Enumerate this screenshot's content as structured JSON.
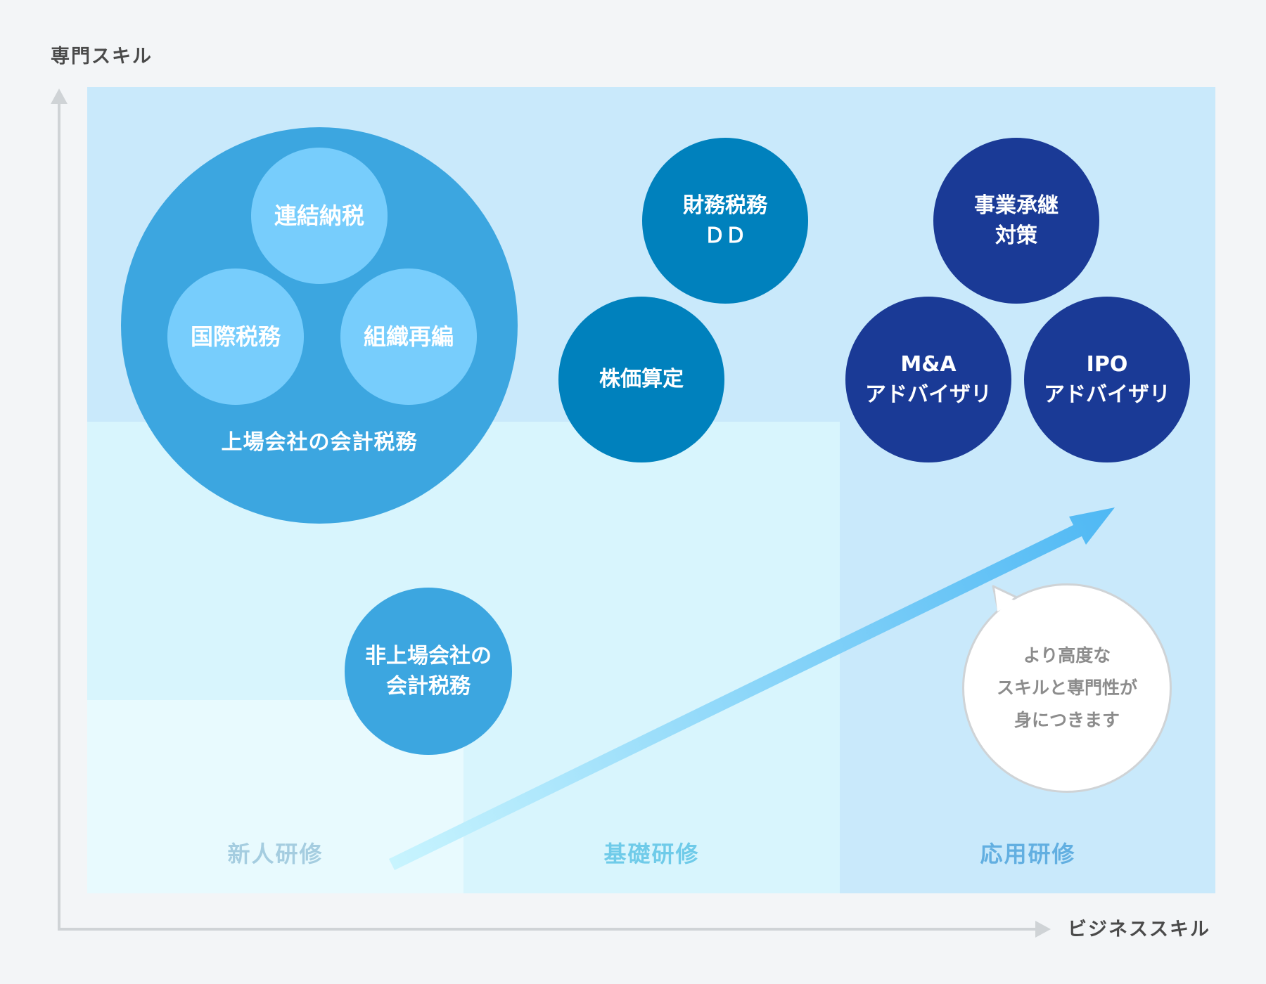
{
  "axes": {
    "y_label": "専門スキル",
    "x_label": "ビジネススキル"
  },
  "levels": [
    {
      "label": "新人研修",
      "color": "#a5cde0"
    },
    {
      "label": "基礎研修",
      "color": "#6fcbe9"
    },
    {
      "label": "応用研修",
      "color": "#62afe1"
    }
  ],
  "listed_company": {
    "label": "上場会社の会計税務",
    "sub_skills": [
      "連結納税",
      "国際税務",
      "組織再編"
    ]
  },
  "financial": {
    "due_diligence": [
      "財務税務",
      "ＤＤ"
    ],
    "valuation": "株価算定"
  },
  "advanced": {
    "succession": [
      "事業承継",
      "対策"
    ],
    "ma": [
      "M&A",
      "アドバイザリ"
    ],
    "ipo": [
      "IPO",
      "アドバイザリ"
    ]
  },
  "unlisted_company": [
    "非上場会社の",
    "会計税務"
  ],
  "speech_bubble": [
    "より高度な",
    "スキルと専門性が",
    "身につきます"
  ],
  "colors": {
    "background": "#f3f5f7",
    "zone_advanced": "#c9e9fb",
    "zone_basic": "#d8f5fd",
    "zone_new": "#e8fafe",
    "listed_circle": "#3ca6e0",
    "listed_sub_circle": "#77cdfc",
    "mid_circle": "#0081bd",
    "advanced_circle": "#1a3a96",
    "arrow_start": "#c8f4fe",
    "arrow_end": "#4fb8f4"
  }
}
